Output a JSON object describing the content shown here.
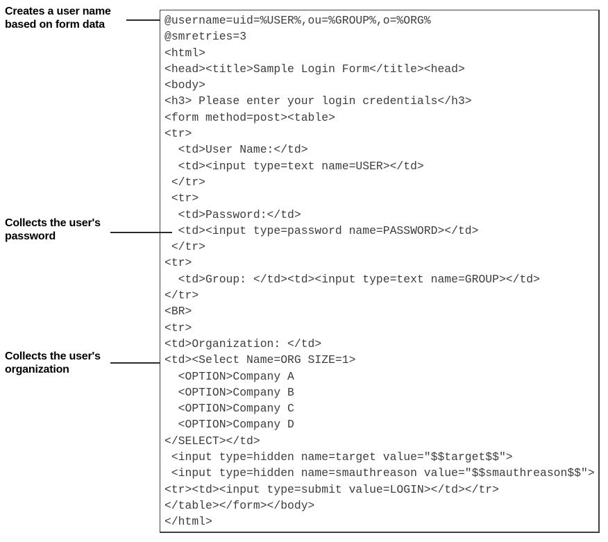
{
  "figure": {
    "callouts": [
      {
        "text": "Creates a user name\nbased on form data"
      },
      {
        "text": "Collects the user's\npassword"
      },
      {
        "text": "Collects the user's\norganization"
      }
    ],
    "code_lines": [
      "@username=uid=%USER%,ou=%GROUP%,o=%ORG%",
      "@smretries=3",
      "<html>",
      "<head><title>Sample Login Form</title><head>",
      "<body>",
      "<h3> Please enter your login credentials</h3>",
      "<form method=post><table>",
      "<tr>",
      "  <td>User Name:</td>",
      "  <td><input type=text name=USER></td>",
      " </tr>",
      " <tr>",
      "  <td>Password:</td>",
      "  <td><input type=password name=PASSWORD></td>",
      " </tr>",
      "<tr>",
      "  <td>Group: </td><td><input type=text name=GROUP></td>",
      "</tr>",
      "<BR>",
      "<tr>",
      "<td>Organization: </td>",
      "<td><Select Name=ORG SIZE=1>",
      "  <OPTION>Company A",
      "  <OPTION>Company B",
      "  <OPTION>Company C",
      "  <OPTION>Company D",
      "</SELECT></td>",
      " <input type=hidden name=target value=\"$$target$$\">",
      " <input type=hidden name=smauthreason value=\"$$smauthreason$$\">",
      "<tr><td><input type=submit value=LOGIN></td></tr>",
      "</table></form></body>",
      "</html>"
    ],
    "colors": {
      "code_text": "#3d3d3d",
      "box_border": "#3f3f3f",
      "label_text": "#000000"
    }
  }
}
